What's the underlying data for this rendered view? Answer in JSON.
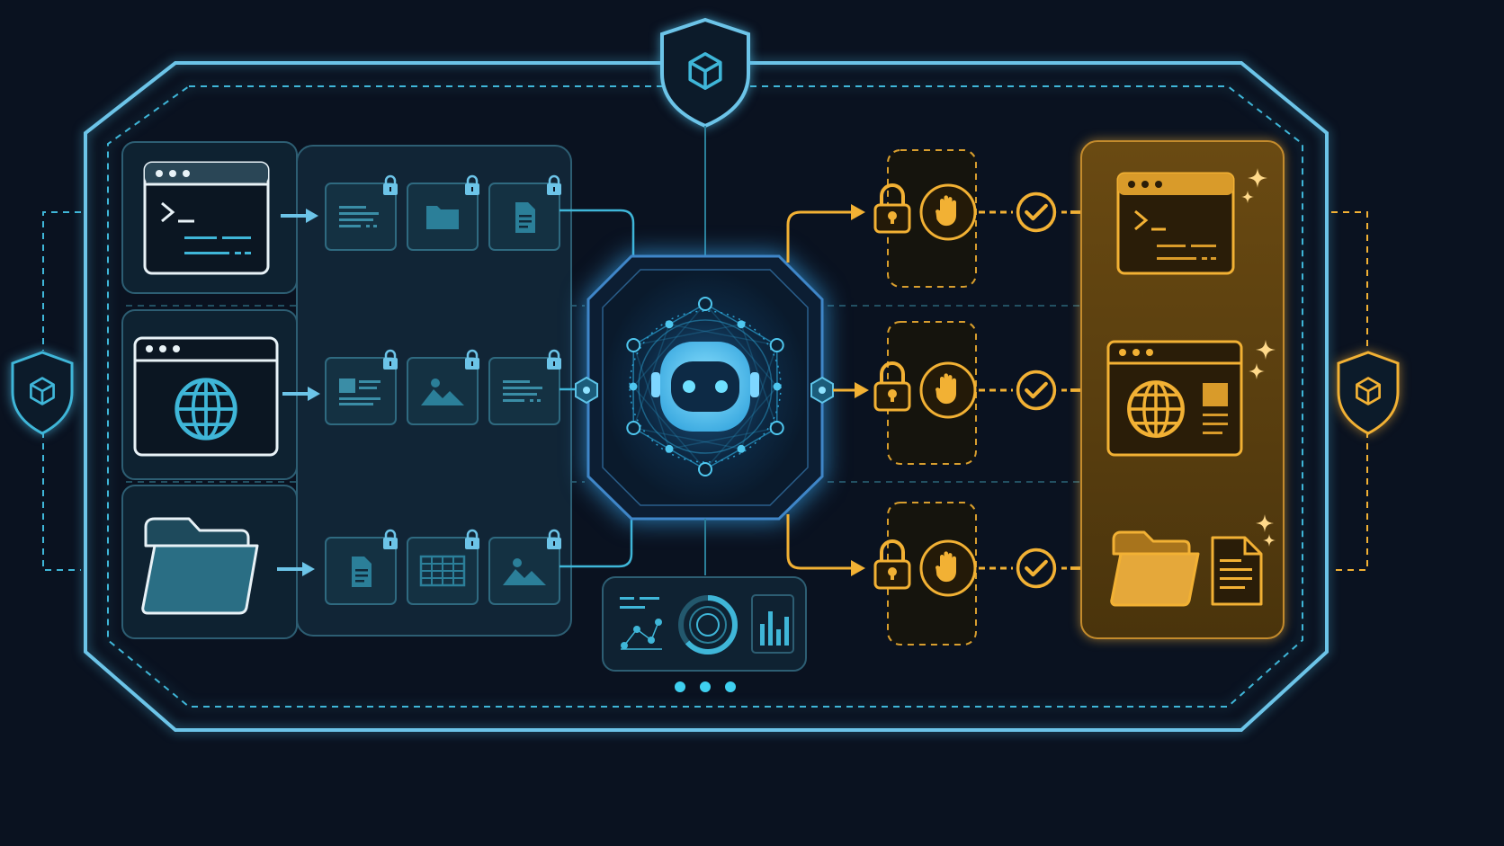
{
  "colors": {
    "background": "#0a1220",
    "frame": "#6cc4e8",
    "cyan": "#3fb6d8",
    "cyan_dim": "#2b7f99",
    "panel": "#10293a",
    "amber": "#f2b134",
    "amber_dim": "#b9822a",
    "amber_panel": "#5a3f10"
  },
  "shields": [
    {
      "id": "top",
      "icon": "cube-icon"
    },
    {
      "id": "left",
      "icon": "cube-icon"
    },
    {
      "id": "right",
      "icon": "cube-icon"
    }
  ],
  "sources": [
    {
      "id": "terminal",
      "icon": "terminal-window-icon",
      "items": [
        "text-lines-icon",
        "folder-icon",
        "document-icon"
      ]
    },
    {
      "id": "browser",
      "icon": "browser-globe-icon",
      "items": [
        "article-icon",
        "image-icon",
        "text-lines-icon"
      ]
    },
    {
      "id": "files",
      "icon": "open-folder-icon",
      "items": [
        "document-icon",
        "spreadsheet-icon",
        "image-icon"
      ]
    }
  ],
  "core": {
    "icon": "robot-head-icon"
  },
  "dashboard": {
    "icons": [
      "node-graph-icon",
      "ring-gauge-icon",
      "bar-chart-icon"
    ]
  },
  "gates": [
    {
      "id": "terminal",
      "icons": [
        "padlock-icon",
        "stop-hand-icon",
        "checkmark-icon"
      ]
    },
    {
      "id": "browser",
      "icons": [
        "padlock-icon",
        "stop-hand-icon",
        "checkmark-icon"
      ]
    },
    {
      "id": "files",
      "icons": [
        "padlock-icon",
        "stop-hand-icon",
        "checkmark-icon"
      ]
    }
  ],
  "outputs": [
    {
      "id": "terminal",
      "icon": "terminal-window-icon"
    },
    {
      "id": "browser",
      "icon": "browser-globe-icon"
    },
    {
      "id": "files",
      "icon": "folder-document-icon"
    }
  ],
  "pager": {
    "dots": 3
  }
}
